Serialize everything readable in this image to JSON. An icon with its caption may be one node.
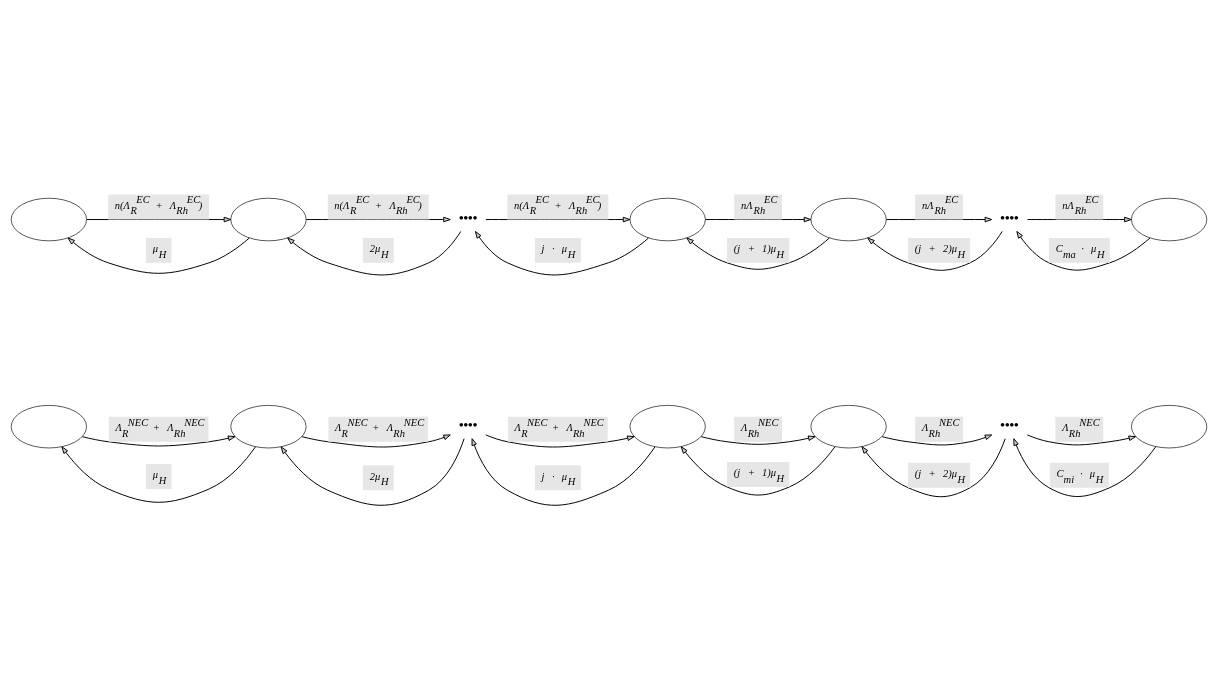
{
  "diagram": {
    "nodes": [
      {
        "text": [],
        "shape": "ellipse"
      },
      {
        "text": [],
        "shape": "ellipse"
      },
      {
        "text": [
          "••••"
        ]
      },
      {
        "text": [],
        "shape": "ellipse"
      },
      {
        "text": [],
        "shape": "ellipse"
      },
      {
        "text": [
          "••••"
        ]
      },
      {
        "text": [],
        "shape": "ellipse"
      },
      {
        "text": [],
        "shape": "ellipse"
      },
      {
        "text": [],
        "shape": "ellipse"
      },
      {
        "text": [
          "••••"
        ]
      },
      {
        "text": [],
        "shape": "ellipse"
      },
      {
        "text": [],
        "shape": "ellipse"
      },
      {
        "text": [
          "••••"
        ]
      },
      {
        "text": [],
        "shape": "ellipse"
      }
    ],
    "edges": [
      {
        "from": 0,
        "to": 1,
        "arrow": "to",
        "label": "Λ$_{R}$$^{NEC}$ + Λ$_{Rh}$$^{NEC}$"
      },
      {
        "from": 1,
        "to": 0,
        "arrow": "to",
        "label": "μ$_{H}$"
      },
      {
        "from": 1,
        "to": 2,
        "arrow": "to",
        "label": "Λ$_{R}$$^{NEC}$ + Λ$_{Rh}$$^{NEC}$"
      },
      {
        "from": 2,
        "to": 1,
        "arrow": "to",
        "label": "2μ$_{H}$"
      },
      {
        "from": 2,
        "to": 3,
        "arrow": "to",
        "label": "Λ$_{R}$$^{NEC}$ + Λ$_{Rh}$$^{NEC}$"
      },
      {
        "from": 3,
        "to": 2,
        "arrow": "to",
        "label": "j · μ$_{H}$"
      },
      {
        "from": 3,
        "to": 4,
        "arrow": "to",
        "label": "Λ$_{Rh}$$^{NEC}$"
      },
      {
        "from": 4,
        "to": 3,
        "arrow": "to",
        "label": "(j + 1)μ$_{H}$"
      },
      {
        "from": 4,
        "to": 5,
        "arrow": "to",
        "label": "Λ$_{Rh}$$^{NEC}$"
      },
      {
        "from": 5,
        "to": 4,
        "arrow": "to",
        "label": "(j + 2)μ$_{H}$"
      },
      {
        "from": 5,
        "to": 6,
        "arrow": "to",
        "label": "Λ$_{Rh}$$^{NEC}$"
      },
      {
        "from": 6,
        "to": 5,
        "arrow": "to",
        "label": "C$_{mi}$ · μ$_{H}$"
      },
      {
        "from": 7,
        "to": 8,
        "arrow": "to",
        "label": "n(Λ$_{R}$$^{EC}$ + Λ$_{Rh}$$^{EC}$)"
      },
      {
        "from": 8,
        "to": 7,
        "arrow": "to",
        "label": "μ$_{H}$"
      },
      {
        "from": 8,
        "to": 9,
        "arrow": "to",
        "label": "n(Λ$_{R}$$^{EC}$ + Λ$_{Rh}$$^{EC}$)"
      },
      {
        "from": 9,
        "to": 8,
        "arrow": "to",
        "label": "2μ$_{H}$"
      },
      {
        "from": 9,
        "to": 10,
        "arrow": "to",
        "label": "n(Λ$_{R}$$^{EC}$ + Λ$_{Rh}$$^{EC}$)"
      },
      {
        "from": 10,
        "to": 9,
        "arrow": "to",
        "label": "j · μ$_{H}$"
      },
      {
        "from": 10,
        "to": 11,
        "arrow": "to",
        "label": "nΛ$_{Rh}$$^{EC}$"
      },
      {
        "from": 11,
        "to": 10,
        "arrow": "to",
        "label": "(j + 1)μ$_{H}$"
      },
      {
        "from": 11,
        "to": 12,
        "arrow": "to",
        "label": "nΛ$_{Rh}$$^{EC}$"
      },
      {
        "from": 12,
        "to": 11,
        "arrow": "to",
        "label": "(j + 2)μ$_{H}$"
      },
      {
        "from": 12,
        "to": 13,
        "arrow": "to",
        "label": "nΛ$_{Rh}$$^{EC}$"
      },
      {
        "from": 13,
        "to": 12,
        "arrow": "to",
        "label": "C$_{ma}$ · μ$_{H}$"
      }
    ]
  }
}
